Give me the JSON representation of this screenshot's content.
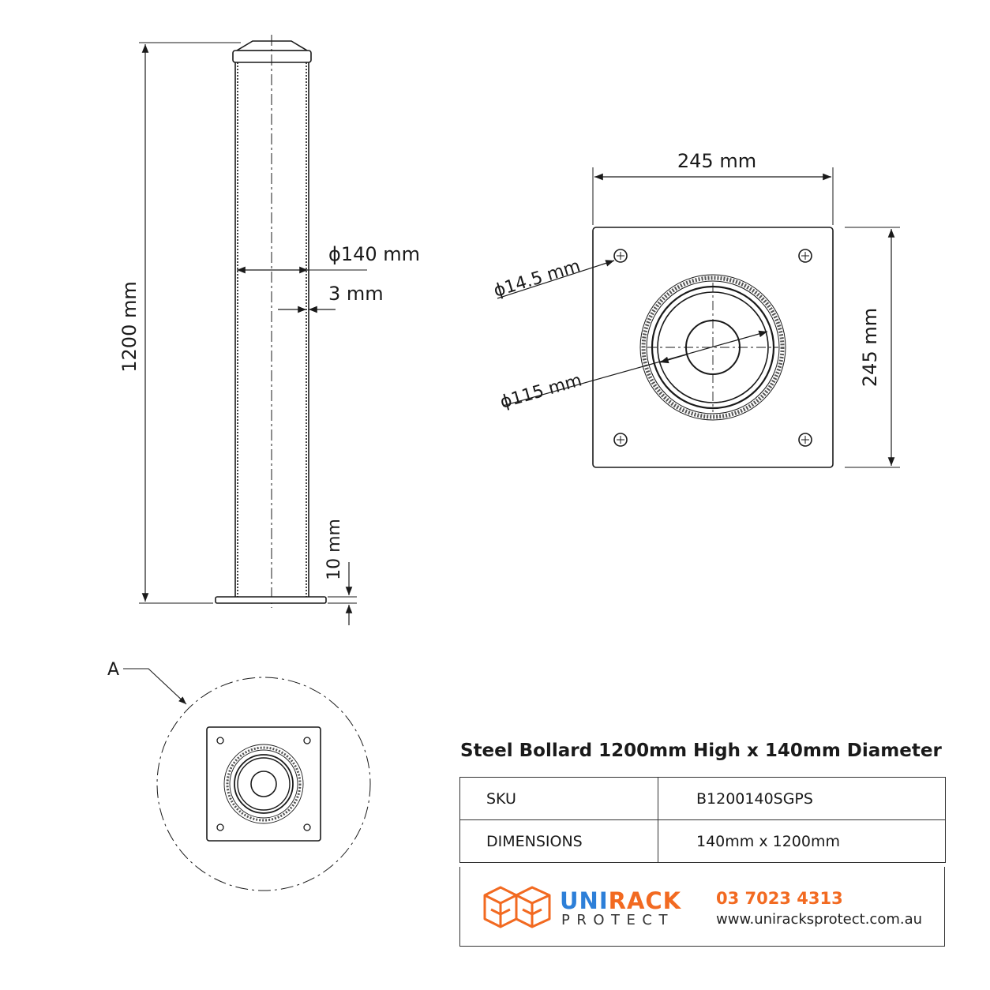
{
  "drawing": {
    "side_view": {
      "height_label": "1200 mm",
      "diameter_label": "ϕ140 mm",
      "wall_label": "3 mm",
      "base_label": "10 mm"
    },
    "plate_view": {
      "width_label": "245 mm",
      "height_label": "245 mm",
      "hole_label": "ϕ14.5 mm",
      "inner_label": "ϕ115 mm"
    },
    "detail_label": "A"
  },
  "product": {
    "title": "Steel Bollard 1200mm High x 140mm Diameter",
    "specs": [
      {
        "key": "SKU",
        "value": "B1200140SGPS"
      },
      {
        "key": "DIMENSIONS",
        "value": "140mm x 1200mm"
      }
    ]
  },
  "brand": {
    "name_part1": "UNI",
    "name_part2": "RACK",
    "subname": "PROTECT",
    "phone": "03 7023 4313",
    "website": "www.uniracksprotect.com.au",
    "colors": {
      "blue": "#2d7fd8",
      "orange": "#f26a21"
    }
  }
}
